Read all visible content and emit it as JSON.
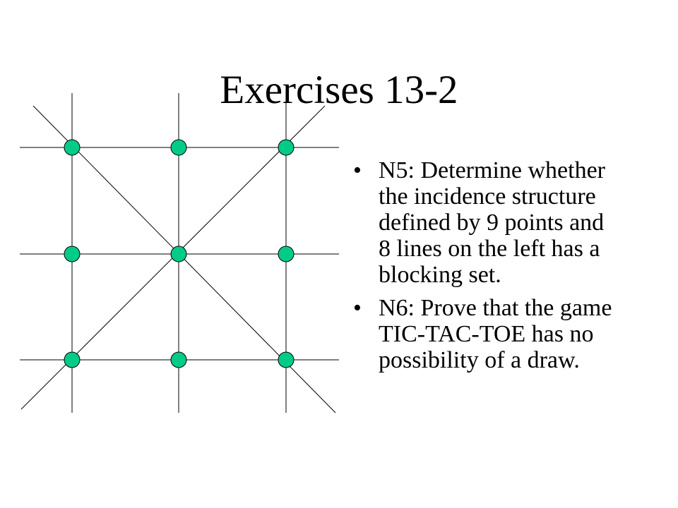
{
  "slide": {
    "title": "Exercises 13-2",
    "bullet_char": "•",
    "bullets": [
      {
        "text": "N5: Determine whether the incidence structure defined by 9 points and 8 lines on the left has a blocking set."
      },
      {
        "text": "N6: Prove that the game TIC-TAC-TOE has no possibility of a draw."
      }
    ]
  },
  "diagram": {
    "point_color": "#00cc88",
    "point_outline": "#000000",
    "line_color": "#000000",
    "point_count": 9,
    "line_count": 8
  }
}
